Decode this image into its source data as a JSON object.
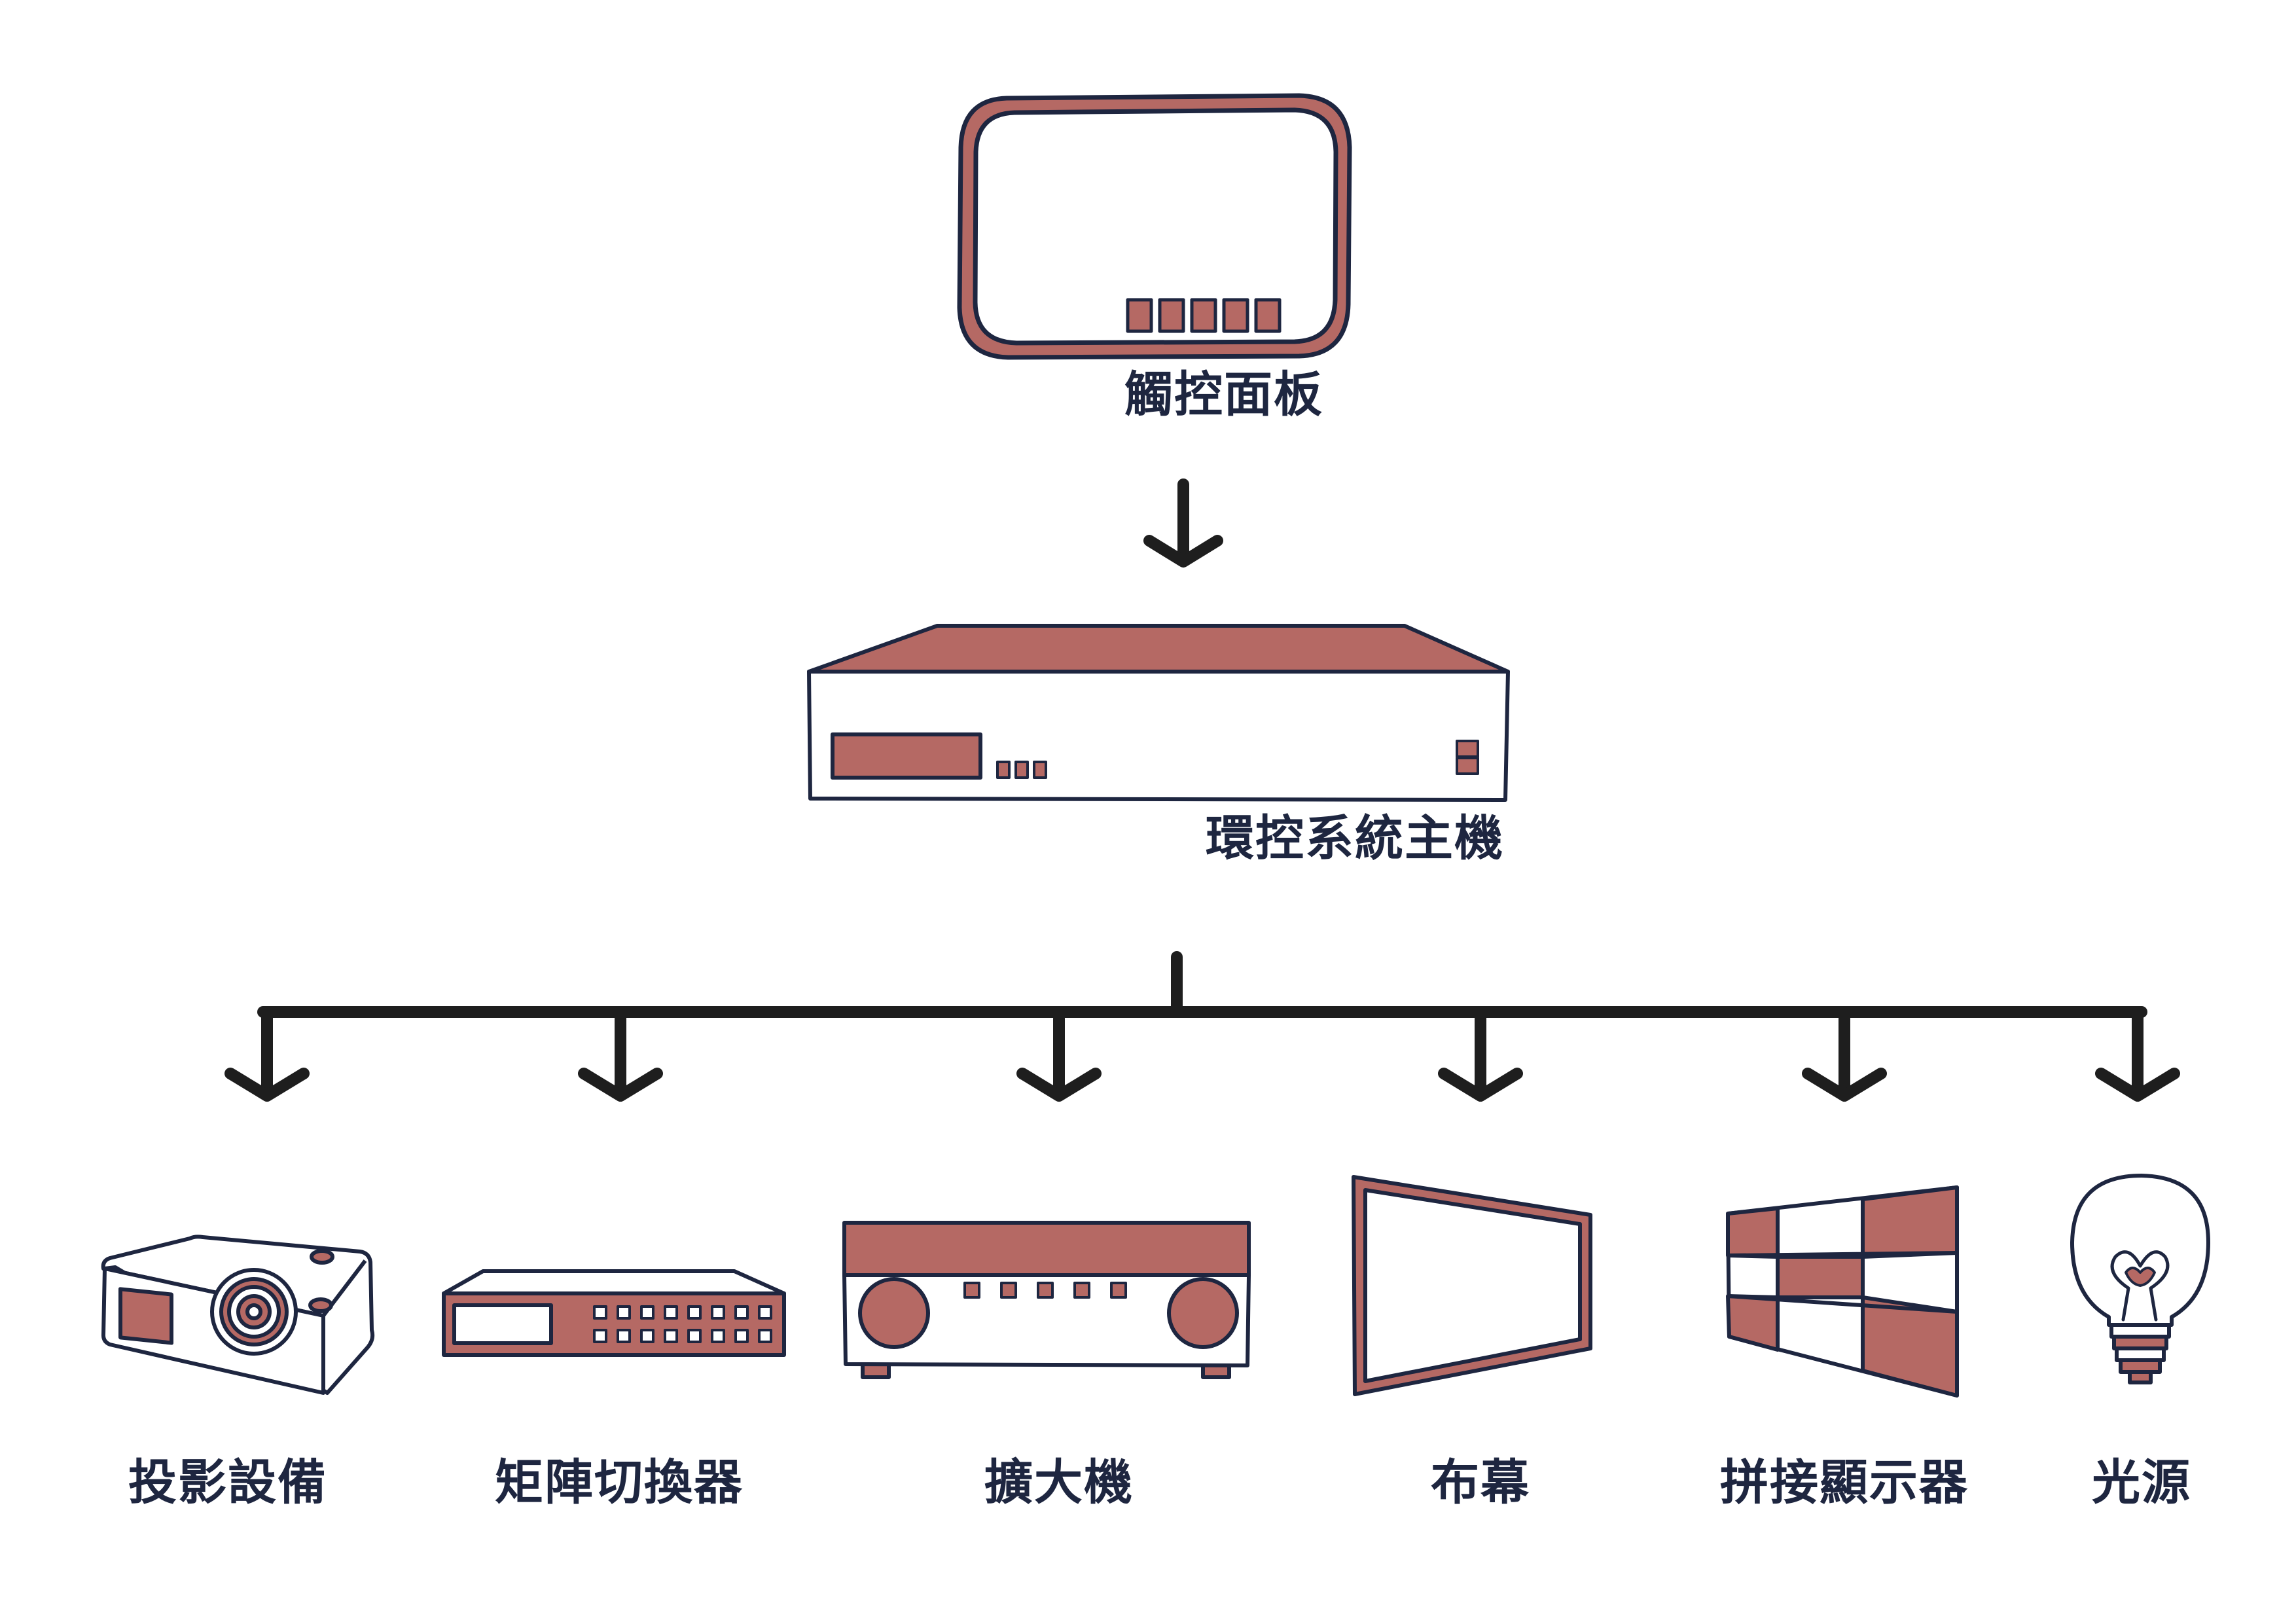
{
  "colors": {
    "outline": "#1e2640",
    "accent": "#b56964",
    "connector": "#1e1e1e",
    "fill": "#ffffff"
  },
  "diagram": {
    "top_node": {
      "label": "觸控面板",
      "icon": "touch-panel-icon"
    },
    "middle_node": {
      "label": "環控系統主機",
      "icon": "control-host-icon"
    },
    "devices": [
      {
        "label": "投影設備",
        "icon": "projector-icon"
      },
      {
        "label": "矩陣切換器",
        "icon": "matrix-switcher-icon"
      },
      {
        "label": "擴大機",
        "icon": "amplifier-icon"
      },
      {
        "label": "布幕",
        "icon": "screen-icon"
      },
      {
        "label": "拼接顯示器",
        "icon": "video-wall-icon"
      },
      {
        "label": "光源",
        "icon": "light-bulb-icon"
      }
    ]
  }
}
